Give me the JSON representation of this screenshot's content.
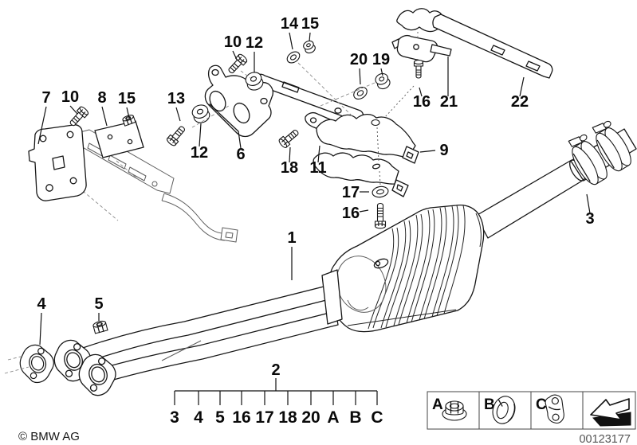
{
  "callouts": [
    {
      "text": "7"
    },
    {
      "text": "10"
    },
    {
      "text": "8"
    },
    {
      "text": "15"
    },
    {
      "text": "13"
    },
    {
      "text": "12"
    },
    {
      "text": "10"
    },
    {
      "text": "12"
    },
    {
      "text": "6"
    },
    {
      "text": "14"
    },
    {
      "text": "15"
    },
    {
      "text": "20"
    },
    {
      "text": "19"
    },
    {
      "text": "16"
    },
    {
      "text": "21"
    },
    {
      "text": "22"
    },
    {
      "text": "18"
    },
    {
      "text": "11"
    },
    {
      "text": "9"
    },
    {
      "text": "17"
    },
    {
      "text": "16"
    },
    {
      "text": "1"
    },
    {
      "text": "3"
    },
    {
      "text": "4"
    },
    {
      "text": "5"
    },
    {
      "text": "2"
    }
  ],
  "parts_group": {
    "label": "2",
    "items": [
      "3",
      "4",
      "5",
      "16",
      "17",
      "18",
      "20",
      "A",
      "B",
      "C"
    ]
  },
  "legend": {
    "items": [
      {
        "label": "A",
        "icon": "flange-nut-icon"
      },
      {
        "label": "B",
        "icon": "rubber-mounting-ring-icon"
      },
      {
        "label": "C",
        "icon": "exhaust-hanger-bracket-icon"
      },
      {
        "label": "",
        "icon": "direction-arrow-icon"
      }
    ]
  },
  "footer": {
    "copyright": "© BMW AG",
    "drawing_number": "00123177"
  },
  "colors": {
    "line": "#161616",
    "light_line": "#5d5d5d",
    "background": "#ffffff",
    "code_text": "#555555"
  }
}
